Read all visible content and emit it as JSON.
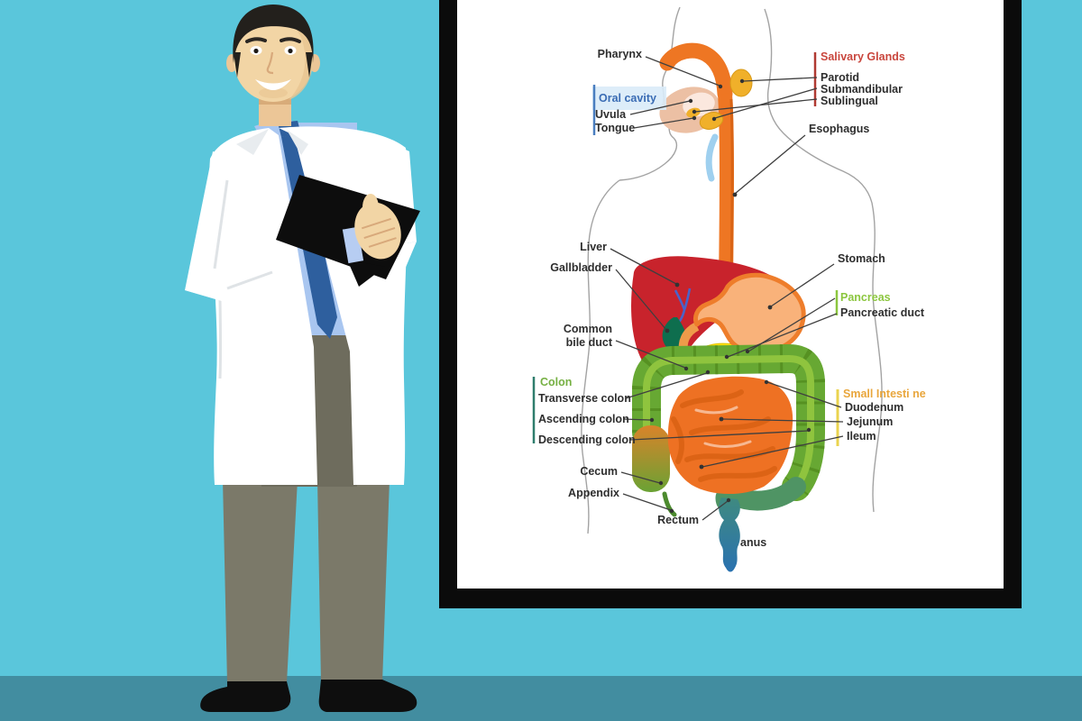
{
  "scene": {
    "background_color": "#5ac6db",
    "floor_color": "#428da0"
  },
  "whiteboard": {
    "frame_color": "#0b0b0b",
    "surface_color": "#ffffff"
  },
  "diagram": {
    "headings": {
      "salivary_glands": "Salivary Glands",
      "oral_cavity": "Oral cavity",
      "pancreas": "Pancreas",
      "colon": "Colon",
      "small_intestine": "Small Intesti ne"
    },
    "heading_colors": {
      "salivary_glands": "#c9463d",
      "oral_cavity": "#3a6cb4",
      "pancreas": "#8cc63f",
      "colon": "#76b043",
      "small_intestine": "#e9a63c"
    },
    "labels": {
      "pharynx": "Pharynx",
      "parotid": "Parotid",
      "submandibular": "Submandibular",
      "sublingual": "Sublingual",
      "uvula": "Uvula",
      "tongue": "Tongue",
      "esophagus": "Esophagus",
      "liver": "Liver",
      "gallbladder": "Gallbladder",
      "stomach": "Stomach",
      "pancreatic_duct": "Pancreatic duct",
      "common_bile_duct_line1": "Common",
      "common_bile_duct_line2": "bile duct",
      "transverse_colon": "Transverse colon",
      "ascending_colon": "Ascending colon",
      "descending_colon": "Descending colon",
      "duodenum": "Duodenum",
      "jejunum": "Jejunum",
      "ileum": "Ileum",
      "cecum": "Cecum",
      "appendix": "Appendix",
      "rectum": "Rectum",
      "anus": "anus"
    },
    "organ_colors": {
      "esophagus": "#ee7623",
      "liver": "#c8232c",
      "gallbladder": "#0e6e4e",
      "bile_duct": "#4a63c8",
      "pancreas": "#ffdf00",
      "stomach_fill": "#f9b27a",
      "stomach_outline": "#ee7d2b",
      "colon": "#67a833",
      "small_intestine": "#ee7123",
      "rectum": "#2a72b0",
      "salivary_gland": "#f0b02a"
    }
  }
}
